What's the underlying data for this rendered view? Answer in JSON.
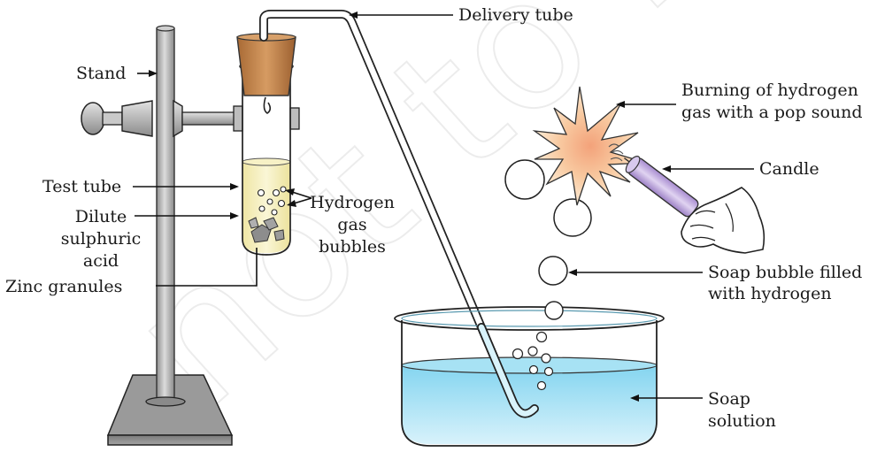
{
  "watermark": "not to be",
  "labels": {
    "delivery_tube": "Delivery tube",
    "stand": "Stand",
    "test_tube": "Test tube",
    "dilute_1": "Dilute",
    "dilute_2": "sulphuric",
    "dilute_3": "acid",
    "zinc": "Zinc granules",
    "hydrogen_1": "Hydrogen",
    "hydrogen_2": "gas",
    "hydrogen_3": "bubbles",
    "burning_1": "Burning of hydrogen",
    "burning_2": "gas with a pop sound",
    "candle": "Candle",
    "soap_bubble_1": "Soap bubble filled",
    "soap_bubble_2": "with hydrogen",
    "soap_solution_1": "Soap",
    "soap_solution_2": "solution"
  },
  "colors": {
    "acid": "#f3edb8",
    "cork": "#c98b52",
    "stand_metal": "#b9b9b9",
    "water": "#bfe7f5",
    "candle": "#c8b6e0",
    "flame": "#f6c8a0"
  }
}
